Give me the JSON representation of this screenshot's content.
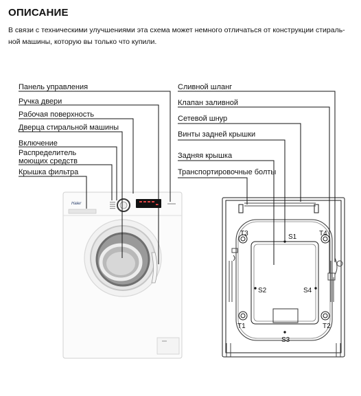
{
  "heading": "ОПИСАНИЕ",
  "intro_line1": "В связи с техническими улучшениями эта схема может немного отличаться от конструкции стираль-",
  "intro_line2": "ной машины, которую вы только что купили.",
  "front_labels": {
    "control_panel": "Панель управления",
    "door_handle": "Ручка двери",
    "work_surface": "Рабочая поверхность",
    "door": "Дверца стиральной машины",
    "power": "Включение",
    "dispenser_line1": "Распределитель",
    "dispenser_line2": "моющих средств",
    "filter_cover": "Крышка фильтра"
  },
  "back_labels": {
    "drain_hose": "Сливной шланг",
    "inlet_valve": "Клапан заливной",
    "power_cord": "Сетевой шнур",
    "back_cover_screws": "Винты задней крышки",
    "back_cover": "Задняя крышка",
    "transport_bolts": "Транспортировочные болты"
  },
  "brand_logo": "Haier",
  "rear_markers": {
    "t3": "T3",
    "t4": "T4",
    "s1": "S1",
    "s2": "S2",
    "s4": "S4",
    "t1": "T1",
    "t2": "T2",
    "s3": "S3"
  }
}
